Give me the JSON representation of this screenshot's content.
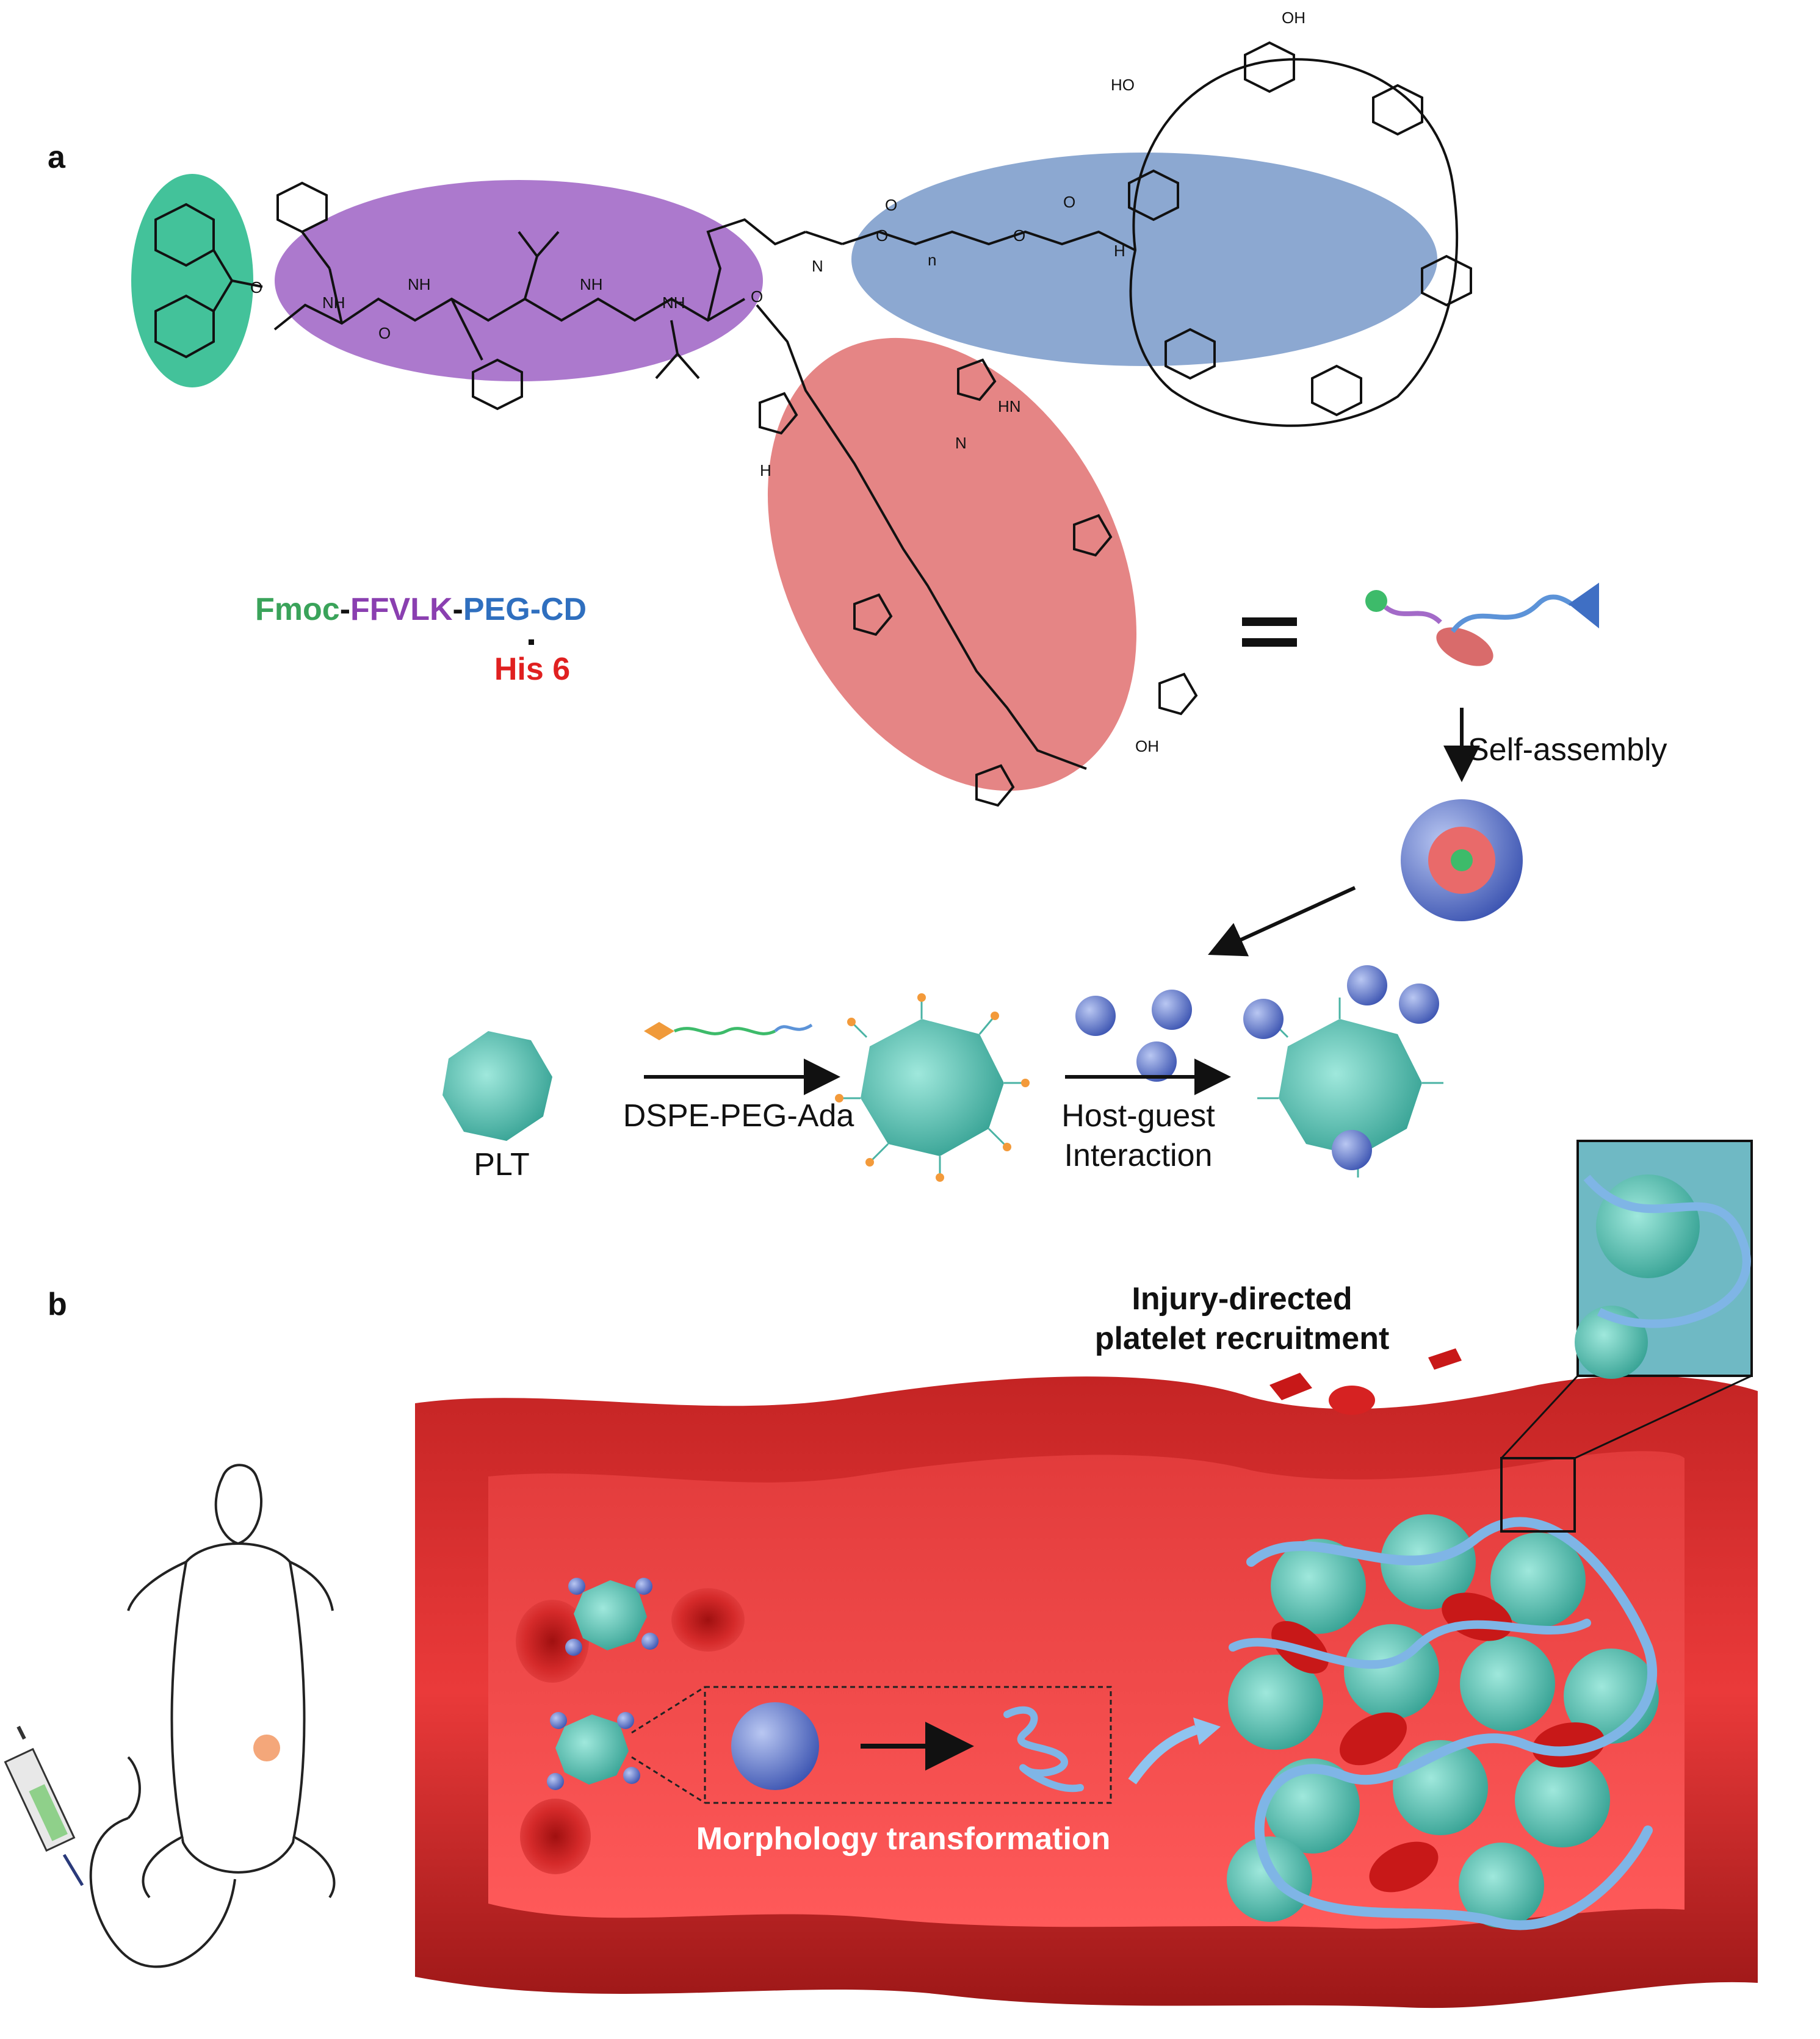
{
  "panel_a": {
    "label": "a",
    "formula": {
      "fmoc": "Fmoc",
      "dash1": "-",
      "peptide": "FFVLK",
      "dash2": "-",
      "peg_cd": "PEG-CD",
      "his": "His 6"
    },
    "equals": "=",
    "self_assembly": "Self-assembly",
    "plt": "PLT",
    "dspe": "DSPE-PEG-Ada",
    "host_guest_1": "Host-guest",
    "host_guest_2": "Interaction",
    "colors": {
      "fmoc": "#3aa35a",
      "peptide": "#8a3fb0",
      "peg_cd": "#2f6fbf",
      "his": "#e02020",
      "fmoc_ellipse": "#43c29a",
      "peptide_ellipse": "#a36ac8",
      "peg_ellipse": "#7f9fcc",
      "his_ellipse": "#e07070"
    },
    "chem_labels": [
      "NH",
      "NH",
      "NH",
      "NH",
      "N",
      "O",
      "O",
      "O",
      "O",
      "O",
      "O",
      "O",
      "H",
      "n",
      "OH",
      "HO",
      "HN",
      "N",
      "H",
      "OH"
    ]
  },
  "panel_b": {
    "label": "b",
    "injury_1": "Injury-directed",
    "injury_2": "platelet recruitment",
    "morphology": "Morphology transformation",
    "colors": {
      "vessel": "#d93030",
      "vessel_dark": "#a01818",
      "platelet": "#5fc7b8",
      "fiber": "#79b6e8",
      "nanoparticle": "#6c84d0"
    }
  }
}
